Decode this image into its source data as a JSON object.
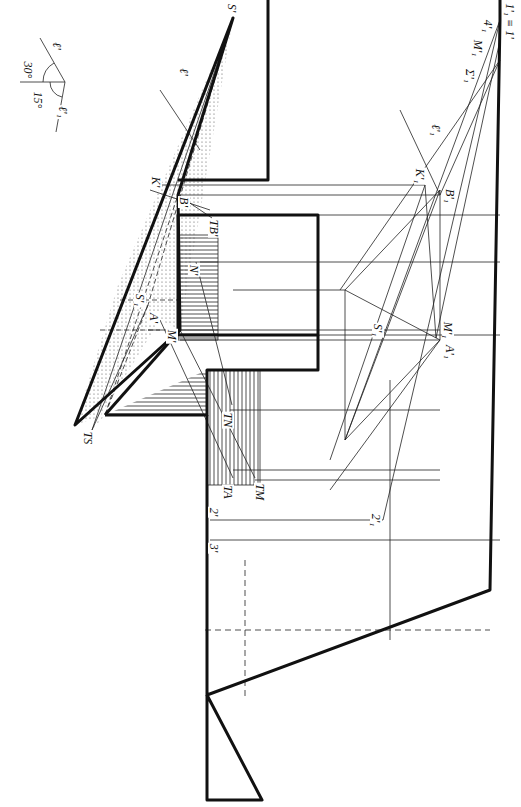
{
  "diagram": {
    "labels": [
      "ℓ'",
      "ℓ'₁",
      "30°",
      "15°",
      "S'",
      "TS",
      "S'₁",
      "A'",
      "K'",
      "B'",
      "N'",
      "M'",
      "TB'",
      "TN",
      "TA",
      "TM",
      "2'",
      "3'",
      "2'₁",
      "S'₁",
      "K'₁",
      "B'₁",
      "A'₁",
      "M'₁",
      "ℓ'",
      "ℓ'₁",
      "Σ'₁",
      "M'₁",
      "4'₁",
      "1'₁ ≡ 1'"
    ]
  }
}
